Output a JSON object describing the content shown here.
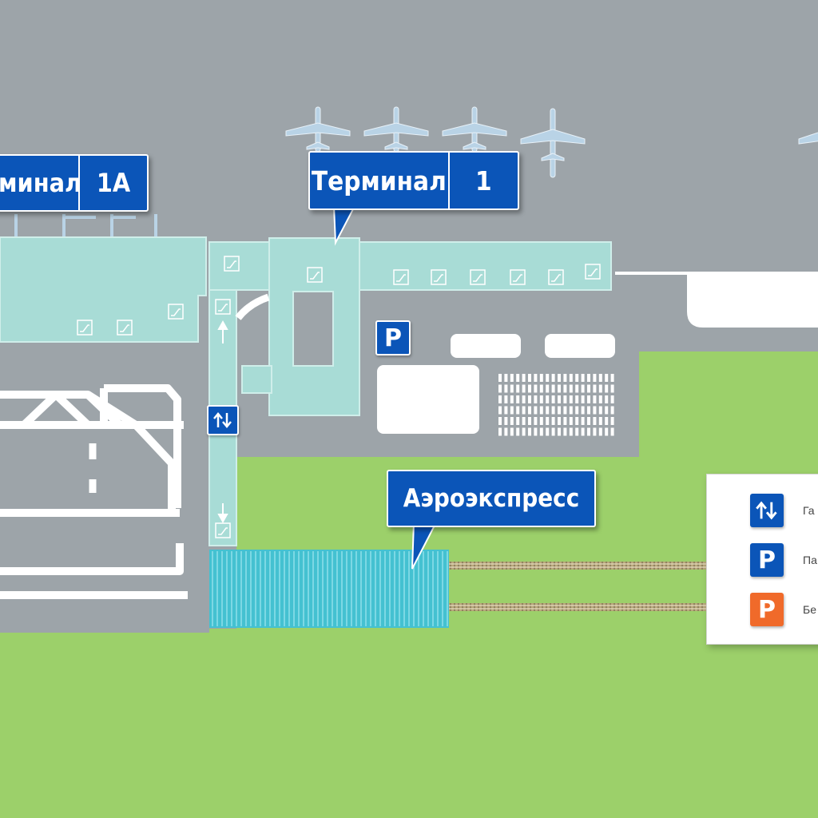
{
  "terminal_1a": {
    "label": "ерминал",
    "number": "1A"
  },
  "terminal_1": {
    "label": "Терминал",
    "number": "1"
  },
  "aeroexpress": {
    "label": "Аэроэкспресс"
  },
  "parking_badge": {
    "letter": "P"
  },
  "legend": {
    "items": [
      {
        "icon": "elevator-arrows-icon",
        "text": "Га"
      },
      {
        "icon": "parking-icon",
        "text": "Па"
      },
      {
        "icon": "paid-parking-icon",
        "text": "Бе"
      }
    ]
  },
  "colors": {
    "apron": "#9da4a9",
    "grass": "#9cd06a",
    "building": "#a8dcd6",
    "sign_blue": "#0b55b8",
    "paid_parking": "#f06a2a",
    "aeroexpress_station": "#44c1d1"
  },
  "icons": [
    "airplane-icon",
    "escalator-icon",
    "elevator-arrows-icon",
    "parking-icon",
    "arrow-up-icon",
    "arrow-down-icon"
  ]
}
